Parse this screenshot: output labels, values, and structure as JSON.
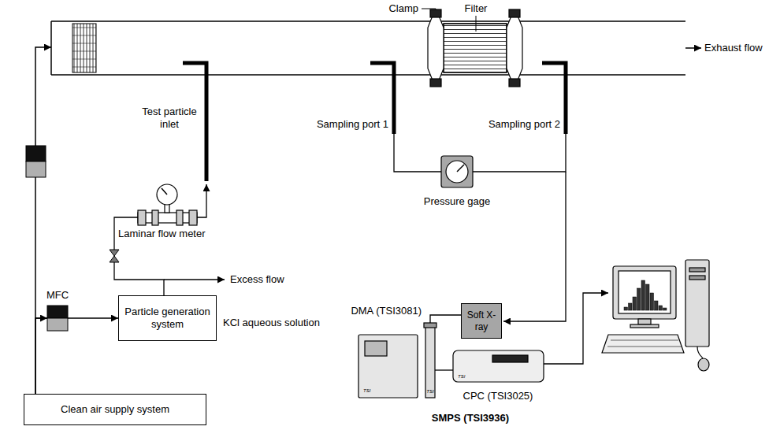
{
  "diagram": {
    "nodes": [
      {
        "text": [
          "Particle generation system"
        ]
      },
      {
        "text": [
          "Clean air supply system"
        ]
      },
      {
        "text": [
          "Soft X-ray"
        ]
      }
    ],
    "edges": [
      {
        "from": 1,
        "to": 0,
        "arrow": "to"
      }
    ],
    "labels": [
      "Clamp",
      "Filter",
      "Exhaust flow",
      "Test particle inlet",
      "Sampling port 1",
      "Sampling port 2",
      "Pressure gage",
      "Laminar flow meter",
      "Excess flow",
      "MFC",
      "KCl aqueous solution",
      "DMA (TSI3081)",
      "CPC (TSI3025)",
      "SMPS (TSI3936)",
      "TSI",
      "TSI",
      "TSI"
    ]
  }
}
